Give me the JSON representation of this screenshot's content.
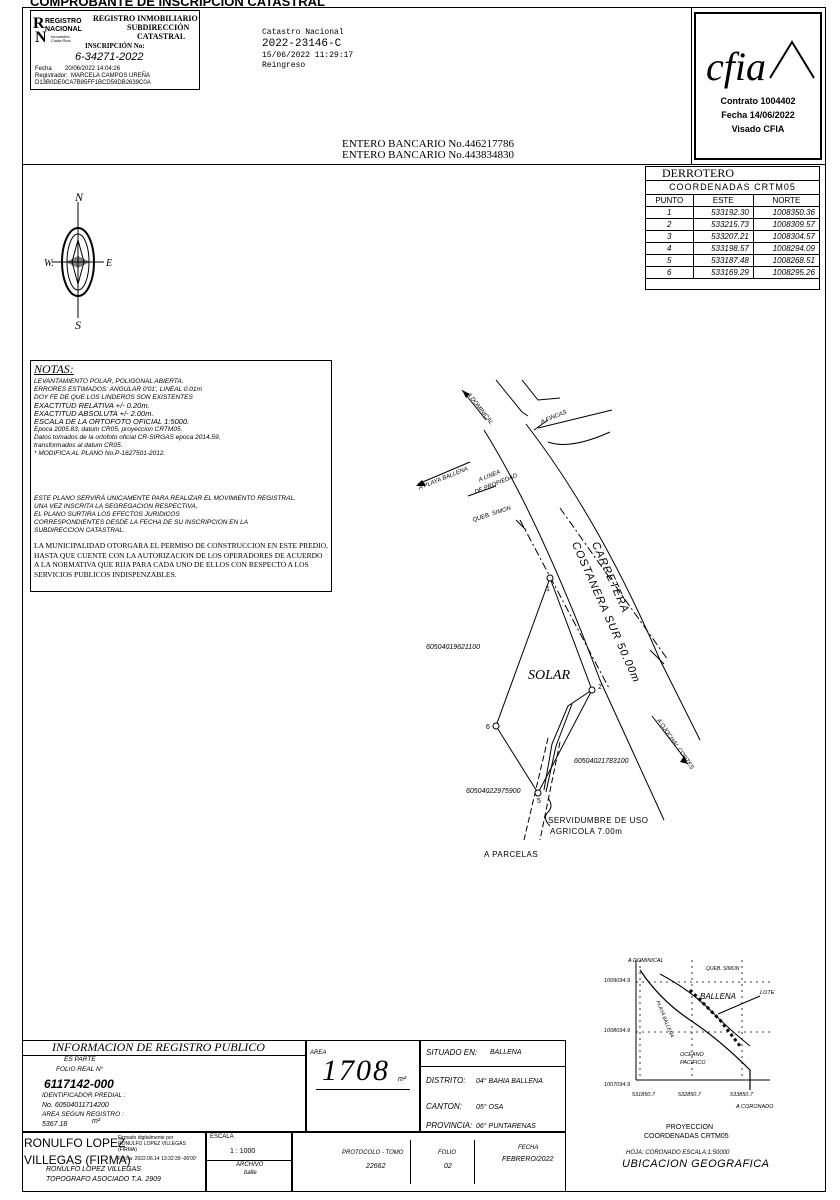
{
  "header": {
    "title": "COMPROBANTE DE INSCRIPCION CATASTRAL",
    "registro_logo_lines": [
      "REGISTRO",
      "NACIONAL",
      "Inmuebles",
      "Costa Rica"
    ],
    "registro_heading": [
      "REGISTRO INMOBILIARIO",
      "SUBDIRECCIÓN",
      "CATASTRAL"
    ],
    "inscripcion_label": "INSCRIPCIÓN No:",
    "inscripcion_no": "6-34271-2022",
    "fecha_label": "Fecha",
    "fecha_value": "20/06/2022 14:04:26",
    "registrador_label": "Registrador:",
    "registrador_value": "MARCELA CAMPOS UREÑA",
    "hash": "D13B0DE0CA7B85FF1BCD59DB2639C0A",
    "catastro_label": "Catastro Nacional",
    "catastro_no": "2022-23146-C",
    "catastro_datetime": "15/06/2022 11:29:17",
    "catastro_status": "Reingreso",
    "entero_1": "ENTERO BANCARIO No.446217786",
    "entero_2": "ENTERO BANCARIO No.443834830"
  },
  "cfia": {
    "logo_text": "cfia",
    "contrato": "Contrato 1004402",
    "fecha": "Fecha 14/06/2022",
    "visado": "Visado CFIA"
  },
  "compass": {
    "n": "N",
    "s": "S",
    "e": "E",
    "w": "W."
  },
  "derrotero": {
    "title": "DERROTERO",
    "subtitle": "COORDENADAS CRTM05",
    "headers": [
      "PUNTO",
      "ESTE",
      "NORTE"
    ],
    "rows": [
      [
        "1",
        "533192.30",
        "1008350.36"
      ],
      [
        "2",
        "533215.73",
        "1008309.57"
      ],
      [
        "3",
        "533207.21",
        "1008304.57"
      ],
      [
        "4",
        "533198.57",
        "1008294.09"
      ],
      [
        "5",
        "533187.48",
        "1008268.51"
      ],
      [
        "6",
        "533169.29",
        "1008295.26"
      ]
    ]
  },
  "notas": {
    "title": "NOTAS:",
    "lines": [
      "LEVANTAMIENTO POLAR, POLIGONAL ABIERTA.",
      "ERRORES ESTIMADOS: ANGULAR 0'01', LINEAL 0.01m",
      "DOY FE DE QUE LOS LINDEROS SON EXISTENTES",
      "EXACTITUD RELATIVA +/- 0.20m.",
      "EXACTITUD ABSOLUTA +/- 2.00m.",
      "ESCALA DE LA ORTOFOTO OFICIAL 1:5000.",
      "Epoca 2005.83, datum CR05, proyeccion CRTM05.",
      "Datos tomados de la ortofoto oficial CR-SIRGAS epoca 2014.59,",
      "transformados al datum CR05.",
      "* MODIFICA AL PLANO No.P-1627501-2012."
    ],
    "para1": [
      "ESTE PLANO SERVIRÁ UNICAMENTE PARA REALIZAR EL MOVIMIENTO REGISTRAL.",
      "UNA VEZ INSCRITA LA SEGREGACION RESPECTIVA,",
      "EL PLANO SURTIRA LOS EFECTOS JURIDICOS",
      "CORRESPONDIENTES DESDE LA FECHA DE SU INSCRIPCION EN LA",
      "SUBDIRECCION CATASTRAL."
    ],
    "para2": [
      "LA MUNICIPALIDAD OTORGARA EL PERMISO DE CONSTRUCCION EN ESTE PREDIO,",
      "HASTA QUE CUENTE CON LA AUTORIZACION DE LOS OPERADORES DE ACUERDO",
      "A LA NORMATIVA QUE RIJA PARA CADA UNO DE ELLOS CON RESPECTO A LOS",
      "SERVICIOS PUBLICOS INDISPENZABLES."
    ]
  },
  "plan": {
    "to_dominical": "A DOMINICAL",
    "to_fincas": "A FINCAS",
    "to_playa": "A PLAYA BALLENA",
    "linea_propiedad": [
      "A LINEA",
      "DE PROPIEDAD"
    ],
    "queb_simon": "QUEB. SIMON",
    "carretera": "CARRETERA",
    "costanera": "COSTANERA SUR 50.00m",
    "to_ojochal": "A OJOCHAL CORTES",
    "solar": "SOLAR",
    "parcel_a": "60504019621100",
    "parcel_b": "60504021783100",
    "parcel_c": "60504022975900",
    "servidumbre": [
      "SERVIDUMBRE DE USO",
      "AGRICOLA 7.00m"
    ],
    "to_parcelas": "A PARCELAS",
    "points": [
      "1",
      "2",
      "5",
      "6"
    ]
  },
  "location_map": {
    "north_1": "1009034.9",
    "north_2": "1008034.9",
    "north_3": "1007034.9",
    "east_1": "531850.7",
    "east_2": "532850.7",
    "east_3": "533850.7",
    "to_dominical": "A DOMINICAL",
    "queb_simon": "QUEB. SIMON",
    "ballena": "BALLENA",
    "lote": "LOTE",
    "playa": "PLAYA BALLENA",
    "oceano": [
      "OCEANO",
      "PACIFICO"
    ],
    "to_coronado": "A CORONADO",
    "proyeccion": "PROYECCION",
    "coordenadas": "COORDENADAS CRTM05",
    "hoja": "HOJA: CORONADO  ESCALA:1:50000",
    "ubicacion": "UBICACION GEOGRAFICA"
  },
  "registro_publico": {
    "title": "INFORMACION DE REGISTRO PUBLICO",
    "es_parte": "ES PARTE",
    "folio_real": "FOLIO REAL N°",
    "folio_value": "6117142-000",
    "identificador_label": "IDENTIFICADOR PREDIAL :",
    "identificador_value": "No. 60504011714200",
    "area_registro_label": "AREA SEGUN REGISTRO :",
    "area_registro_value": "5367.18",
    "area_registro_unit": "m²"
  },
  "area": {
    "label": "AREA",
    "value": "1708",
    "unit": "m²"
  },
  "location": {
    "situado_label": "SITUADO EN:",
    "situado_value": "BALLENA",
    "distrito_label": "DISTRITO:",
    "distrito_value": "04° BAHIA BALLENA",
    "canton_label": "CANTON:",
    "canton_value": "05° OSA",
    "provincia_label": "PROVINCIA:",
    "provincia_value": "06° PUNTARENAS"
  },
  "signature": {
    "name_line1": "RONULFO LOPEZ",
    "name_line2": "VILLEGAS (FIRMA)",
    "digital_1": "Firmado digitalmente por",
    "digital_2": "RONULFO LOPEZ VILLEGAS",
    "digital_3": "(FIRMA)",
    "digital_4": "Fecha: 2022.06.14 13:32:39 -06'00'",
    "printed_name": "RONULFO LOPEZ VILLEGAS",
    "topografo": "TOPOGRAFO ASOCIADO T.A. 2909"
  },
  "footer": {
    "escala_label": "ESCALA",
    "escala_value": "1 : 1000",
    "archivo_label": "ARCHIVO",
    "archivo_value": "balle",
    "protocolo_label": "PROTOCOLO - TOMO",
    "protocolo_value": "22662",
    "folio_label": "FOLIO",
    "folio_value": "02",
    "fecha_label": "FECHA",
    "fecha_value": "FEBRERO/2022"
  }
}
